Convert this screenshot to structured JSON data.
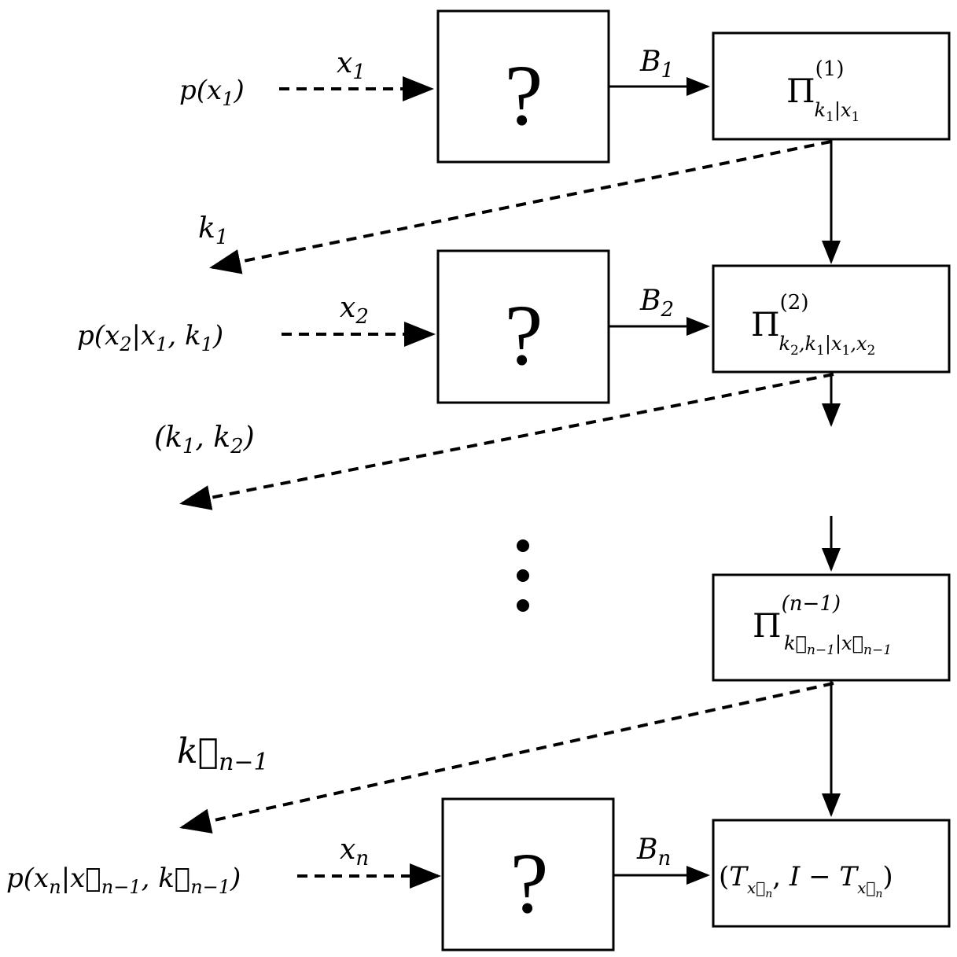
{
  "stages": [
    {
      "input_label": "p(x1)",
      "variable_label": "x1",
      "unknown_symbol": "?",
      "output_label": "B1",
      "measurement_label": "Π(1) k1|x1",
      "outcome_label": "k1"
    },
    {
      "input_label": "p(x2|x1, k1)",
      "variable_label": "x2",
      "unknown_symbol": "?",
      "output_label": "B2",
      "measurement_label": "Π(2) k2,k1|x1,x2",
      "outcome_label": "(k1, k2)"
    },
    {
      "measurement_label": "Π(n−1) k⃗n−1|x⃗n−1",
      "outcome_label": "k⃗n−1"
    },
    {
      "input_label": "p(xn|x⃗n−1, k⃗n−1)",
      "variable_label": "xn",
      "unknown_symbol": "?",
      "output_label": "Bn",
      "measurement_label": "(Tx⃗n, I − Tx⃗n)"
    }
  ],
  "ellipsis": "⋮"
}
